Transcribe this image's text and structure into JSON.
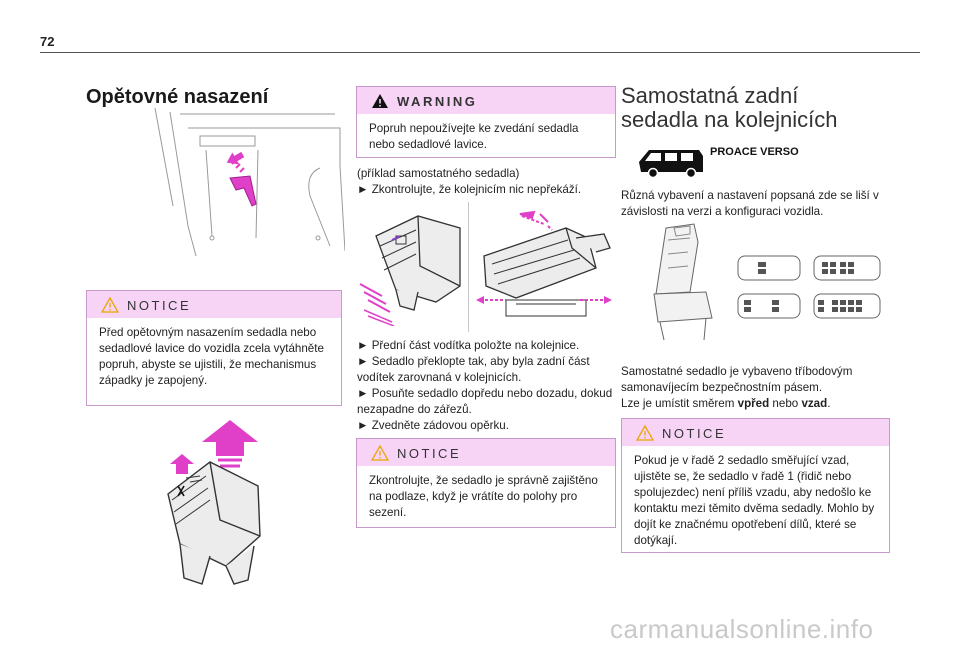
{
  "page": {
    "number": "72"
  },
  "col1": {
    "heading": "Opětovné nasazení",
    "notice": {
      "title": "NOTICE",
      "text": "Před opětovným nasazením sedadla nebo sedadlové lavice do vozidla zcela vytáhněte popruh, abyste se ujistili, že mechanismus západky je zapojený."
    }
  },
  "col2": {
    "warning": {
      "title": "WARNING",
      "text": "Popruh nepoužívejte ke zvedání sedadla nebo sedadlové lavice."
    },
    "intro_lines": [
      "(příklad samostatného sedadla)",
      "► Zkontrolujte, že kolejnicím nic nepřekáží."
    ],
    "steps": [
      "► Přední část vodítka položte na kolejnice.",
      "► Sedadlo překlopte tak, aby byla zadní část vodítek zarovnaná v kolejnicích.",
      "► Posuňte sedadlo dopředu nebo dozadu, dokud nezapadne do zářezů.",
      "► Zvedněte zádovou opěrku."
    ],
    "notice": {
      "title": "NOTICE",
      "text": "Zkontrolujte, že sedadlo je správně zajištěno na podlaze, když je vrátíte do polohy pro sezení."
    }
  },
  "col3": {
    "heading_line1": "Samostatná zadní",
    "heading_line2": "sedadla na kolejnicích",
    "model": "PROACE VERSO",
    "intro": "Různá vybavení a nastavení popsaná zde se liší v závislosti na verzi a konfiguraci vozidla.",
    "desc_line1": "Samostatné sedadlo je vybaveno tříbodovým samonavíjecím bezpečnostním pásem.",
    "desc_prefix": "Lze je umístit směrem ",
    "desc_b1": "vpřed",
    "desc_mid": " nebo ",
    "desc_b2": "vzad",
    "desc_end": ".",
    "notice": {
      "title": "NOTICE",
      "text": "Pokud je v řadě 2 sedadlo směřující vzad, ujistěte se, že sedadlo v řadě 1 (řidič nebo spolujezdec) není příliš vzadu, aby nedošlo ke kontaktu mezi těmito dvěma sedadly. Mohlo by dojít ke značnému opotřebení dílů, které se dotýkají."
    }
  },
  "footer": {
    "watermark": "carmanualsonline.info"
  },
  "colors": {
    "box_border": "#c89acb",
    "box_header": "#f7d3f6",
    "arrow_magenta": "#e040c8",
    "warning_icon": "#e8a600"
  }
}
